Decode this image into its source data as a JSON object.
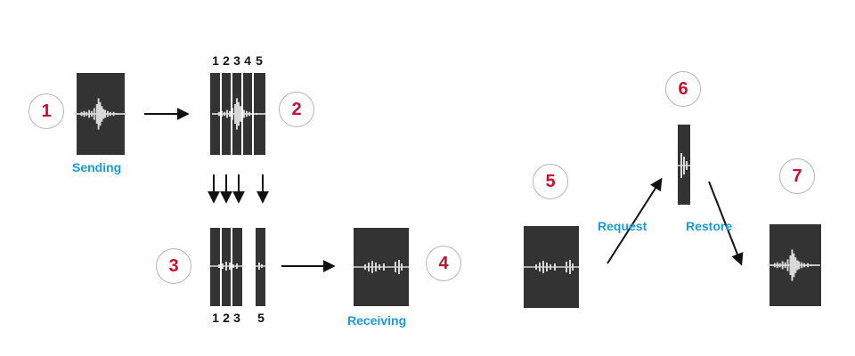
{
  "colors": {
    "panel": "#333333",
    "waveform": "#d8d8d8",
    "step_number": "#c8102e",
    "circle_border": "#b5b5b5",
    "caption": "#1a9ad6",
    "arrow": "#111111"
  },
  "steps": [
    "1",
    "2",
    "3",
    "4",
    "5",
    "6",
    "7"
  ],
  "captions": {
    "sending": "Sending",
    "receiving": "Receiving",
    "request": "Request",
    "restore": "Restore"
  },
  "segments": {
    "split": [
      "1",
      "2",
      "3",
      "4",
      "5"
    ],
    "received": [
      "1",
      "2",
      "3",
      "5"
    ]
  }
}
